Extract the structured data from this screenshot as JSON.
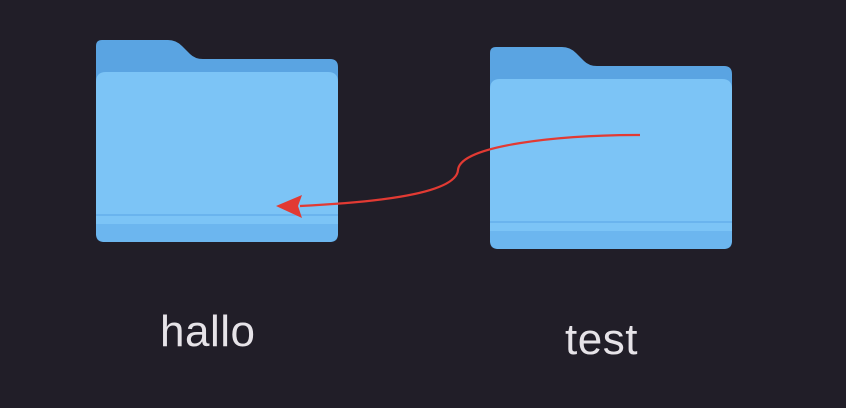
{
  "folders": [
    {
      "name": "hallo",
      "icon": "folder-icon"
    },
    {
      "name": "test",
      "icon": "folder-icon"
    }
  ],
  "annotation": {
    "type": "drag-arrow",
    "from": "test",
    "to": "hallo",
    "color": "#e23a33"
  },
  "colors": {
    "background": "#211e28",
    "folder_back": "#5fa9e6",
    "folder_front": "#7cc3f5",
    "folder_bottom": "#68b2ec",
    "label": "#e6e3e8"
  }
}
